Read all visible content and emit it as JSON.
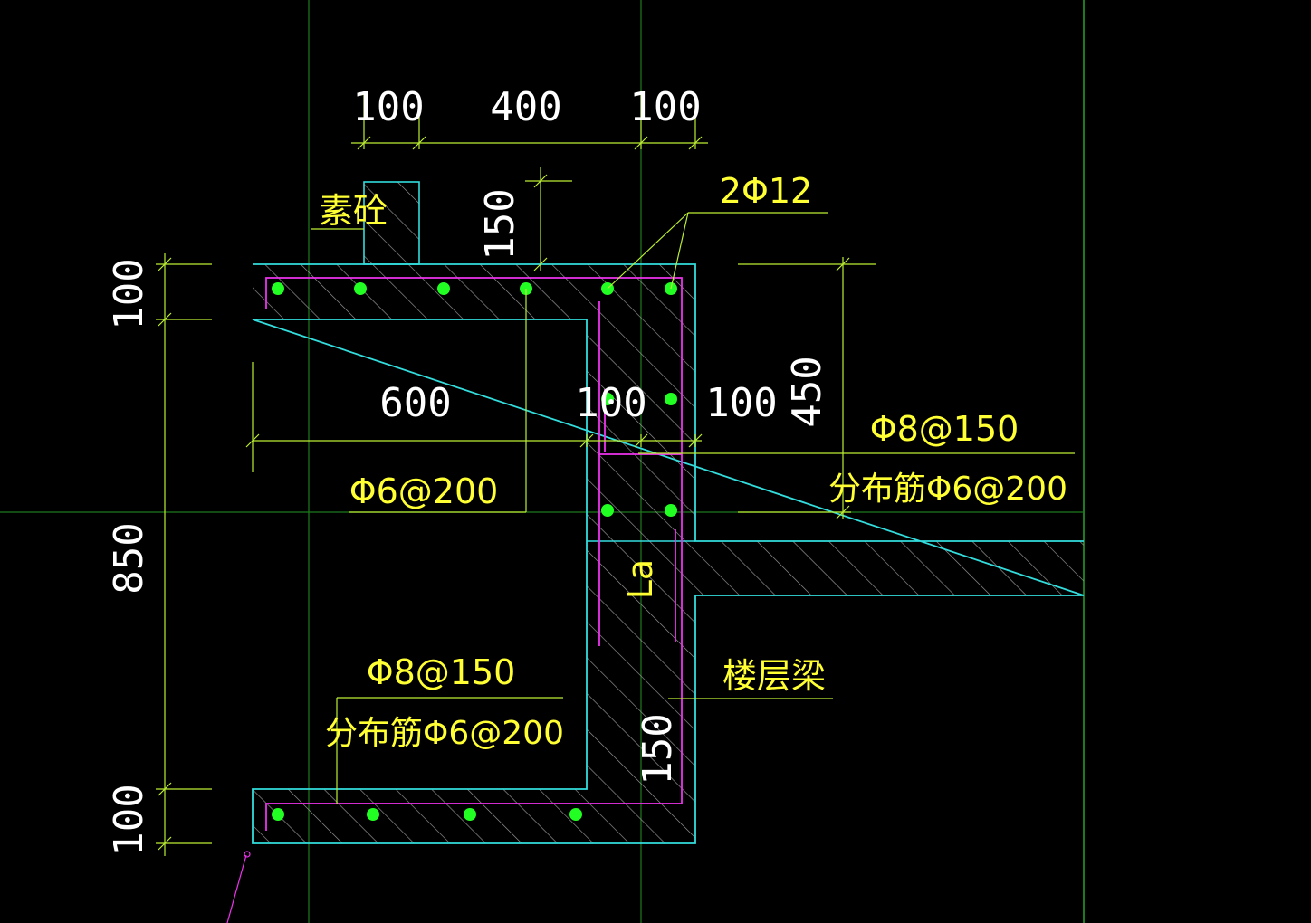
{
  "colors": {
    "background": "#000000",
    "outline": "#33dddd",
    "hatch": "#aaaaaa",
    "rebar_line": "#ee33ee",
    "rebar_dot": "#22ff22",
    "dimension": "#bbee33",
    "leader": "#bbee33",
    "grid": "#228822",
    "dim_text": "#ffffff",
    "label_text": "#ffff33"
  },
  "dimensions": {
    "top_left": "100",
    "top_mid": "400",
    "top_right": "100",
    "curb_height": "150",
    "left_top": "100",
    "left_total": "850",
    "left_bottom": "100",
    "inner_width": "600",
    "wall_left": "100",
    "wall_right": "100",
    "right_height": "450",
    "bottom_wall": "150"
  },
  "labels": {
    "plain_concrete": "素砼",
    "top_bars": "2Φ12",
    "top_slab_rebar": "Φ6@200",
    "wall_rebar": "Φ8@150",
    "wall_dist_rebar": "分布筋Φ6@200",
    "bottom_rebar": "Φ8@150",
    "bottom_dist_rebar": "分布筋Φ6@200",
    "anchorage": "La",
    "floor_beam": "楼层梁"
  }
}
